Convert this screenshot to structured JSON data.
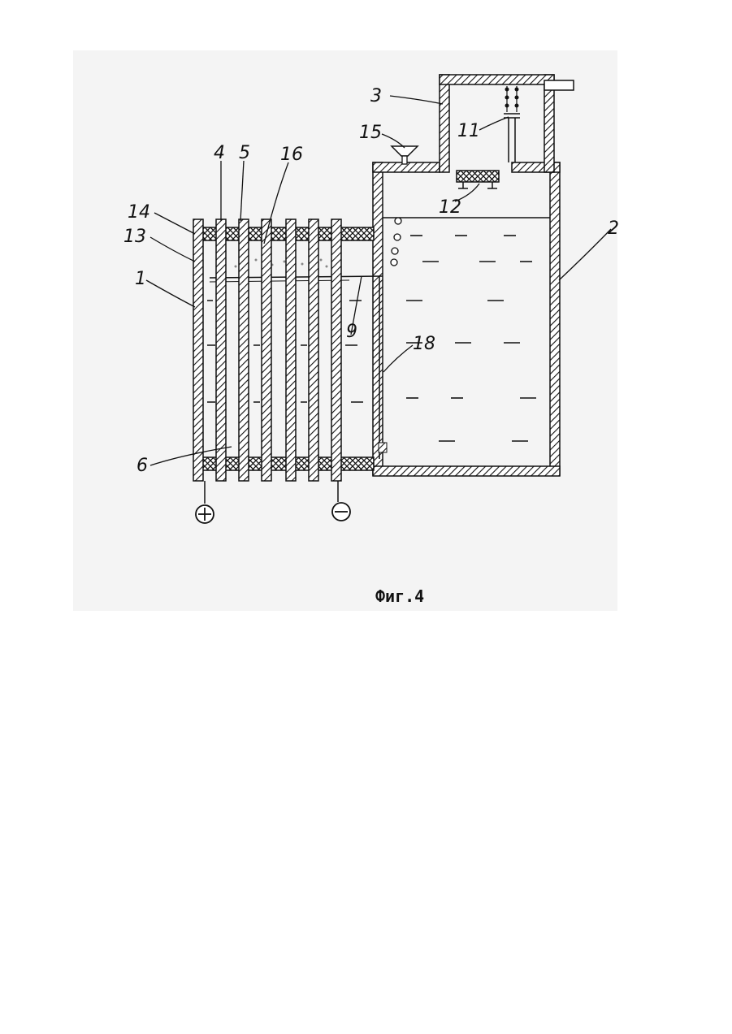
{
  "figure": {
    "caption": "Фиг.4",
    "labels": {
      "l1": "1",
      "l2": "2",
      "l3": "3",
      "l4": "4",
      "l5": "5",
      "l6": "6",
      "l9": "9",
      "l11": "11",
      "l12": "12",
      "l13": "13",
      "l14": "14",
      "l15": "15",
      "l16": "16",
      "l18": "18"
    },
    "terminals": {
      "positive": "⊕",
      "negative": "⊖"
    }
  }
}
